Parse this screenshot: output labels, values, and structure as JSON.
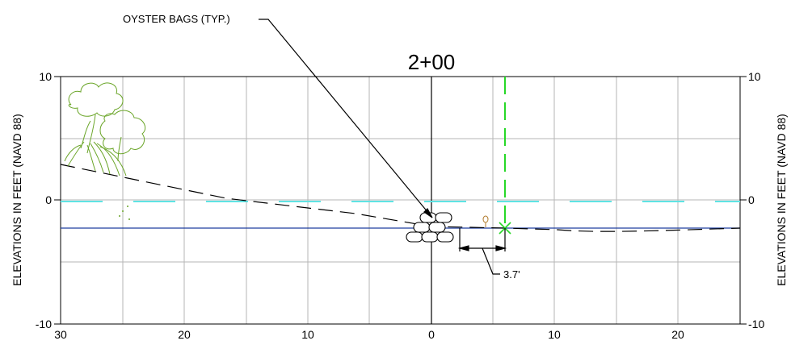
{
  "station_label": "2+00",
  "y_axis_title": "ELEVATIONS IN FEET (NAVD 88)",
  "callout_oyster": "OYSTER BAGS (TYP.)",
  "dimension_label": "3.7'",
  "x_ticks": [
    "30",
    "20",
    "10",
    "0",
    "10",
    "20"
  ],
  "y_ticks_left": [
    "10",
    "0",
    "-10"
  ],
  "y_ticks_right": [
    "10",
    "0",
    "-10"
  ],
  "colors": {
    "grid": "#b5b5b5",
    "frame": "#000000",
    "water_dash": "#5fe3e3",
    "reference_line": "#1f3f9f",
    "green_guide": "#27d827",
    "tree": "#6aa528",
    "stake": "#b07a2a"
  },
  "icons": [
    "mangrove-tree-icon",
    "stake-marker-icon",
    "x-marker-icon"
  ]
}
